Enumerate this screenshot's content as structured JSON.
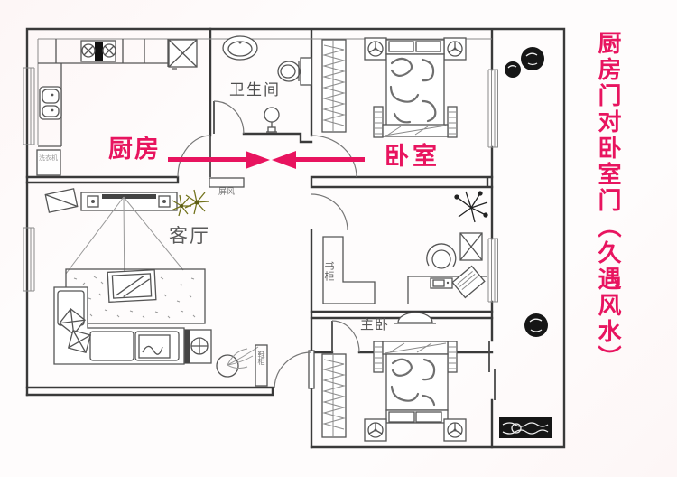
{
  "caption": {
    "text": "厨房门对卧室门（久遇风水）"
  },
  "annotations": {
    "kitchen": "厨房",
    "bedroom": "卧室"
  },
  "rooms": {
    "bathroom": "卫生间",
    "living_room": "客厅",
    "master_bedroom": "主卧",
    "bookcase": "书柜",
    "washing_machine": "洗衣机",
    "screen": "屏风",
    "shoe_cabinet": "鞋柜"
  },
  "colors": {
    "accent": "#e8145f",
    "line": "#3a3a3a"
  }
}
